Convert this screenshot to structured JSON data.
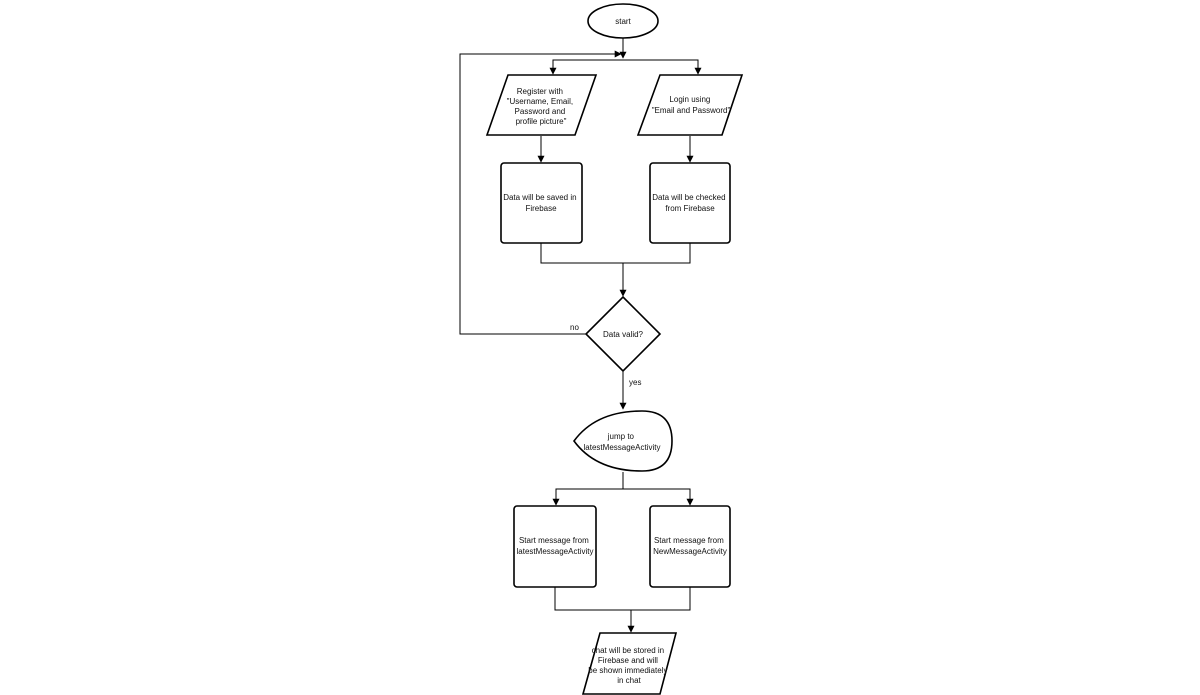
{
  "nodes": {
    "start": {
      "label": "start"
    },
    "register": {
      "lines": [
        "Register with",
        "\"Username, Email,",
        "Password and",
        "profile picture\""
      ]
    },
    "login": {
      "lines": [
        "Login using",
        "\"Email and Password\""
      ]
    },
    "saved": {
      "lines": [
        "Data will be saved in",
        "Firebase"
      ]
    },
    "checked": {
      "lines": [
        "Data will be checked",
        "from Firebase"
      ]
    },
    "decision": {
      "label": "Data valid?"
    },
    "jump": {
      "lines": [
        "jump to",
        "latestMessageActivity"
      ]
    },
    "start_latest": {
      "lines": [
        "Start message from",
        "latestMessageActivity"
      ]
    },
    "start_new": {
      "lines": [
        "Start message from",
        "NewMessageActivity"
      ]
    },
    "stored": {
      "lines": [
        "chat will be stored in",
        "Firebase and will",
        "be shown immediately",
        "in chat"
      ]
    }
  },
  "edges": {
    "no_label": "no",
    "yes_label": "yes"
  },
  "colors": {
    "stroke": "#000000",
    "fill": "#ffffff",
    "text": "#111111"
  }
}
